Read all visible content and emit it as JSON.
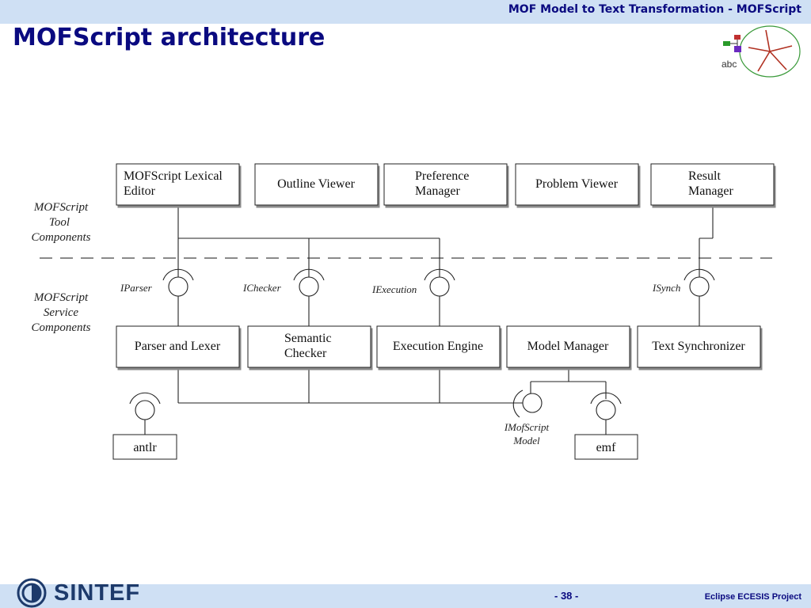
{
  "header": {
    "doc_title": "MOF Model to Text Transformation - MOFScript",
    "slide_title": "MOFScript architecture"
  },
  "footer": {
    "company": "SINTEF",
    "page": "- 38 -",
    "project": "Eclipse ECESIS Project"
  },
  "logo": {
    "letters": "abc"
  },
  "diagram": {
    "layers": {
      "tool": [
        "MOFScript",
        "Tool",
        "Components"
      ],
      "service": [
        "MOFScript",
        "Service",
        "Components"
      ]
    },
    "tool_components": [
      {
        "name": "editor",
        "lines": [
          "MOFScript Lexical",
          "Editor"
        ]
      },
      {
        "name": "outline-viewer",
        "lines": [
          "Outline Viewer"
        ]
      },
      {
        "name": "preference-manager",
        "lines": [
          "Preference",
          "Manager"
        ]
      },
      {
        "name": "problem-viewer",
        "lines": [
          "Problem Viewer"
        ]
      },
      {
        "name": "result-manager",
        "lines": [
          "Result",
          "Manager"
        ]
      }
    ],
    "service_components": [
      {
        "name": "parser-lexer",
        "lines": [
          "Parser and Lexer"
        ]
      },
      {
        "name": "semantic-checker",
        "lines": [
          "Semantic",
          "Checker"
        ]
      },
      {
        "name": "execution-engine",
        "lines": [
          "Execution Engine"
        ]
      },
      {
        "name": "model-manager",
        "lines": [
          "Model Manager"
        ]
      },
      {
        "name": "text-synchronizer",
        "lines": [
          "Text Synchronizer"
        ]
      }
    ],
    "externals": [
      {
        "name": "antlr",
        "lines": [
          "antlr"
        ]
      },
      {
        "name": "emf",
        "lines": [
          "emf"
        ]
      }
    ],
    "interfaces": {
      "iparser": "IParser",
      "ichecker": "IChecker",
      "iexecution": "IExecution",
      "isynch": "ISynch",
      "imofscript_model": [
        "IMofScript",
        "Model"
      ]
    }
  }
}
